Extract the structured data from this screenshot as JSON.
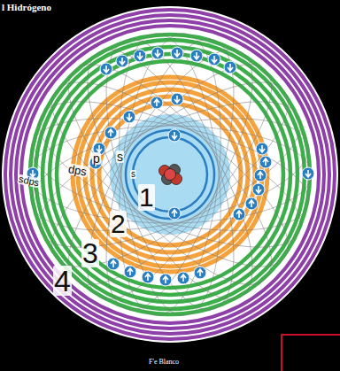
{
  "diagram": {
    "title": "l Hidrógeno",
    "labels": [
      "1",
      "2",
      "3",
      "4",
      "p",
      "s",
      "s",
      "dps",
      "sdps",
      "F'e Blanco"
    ]
  }
}
